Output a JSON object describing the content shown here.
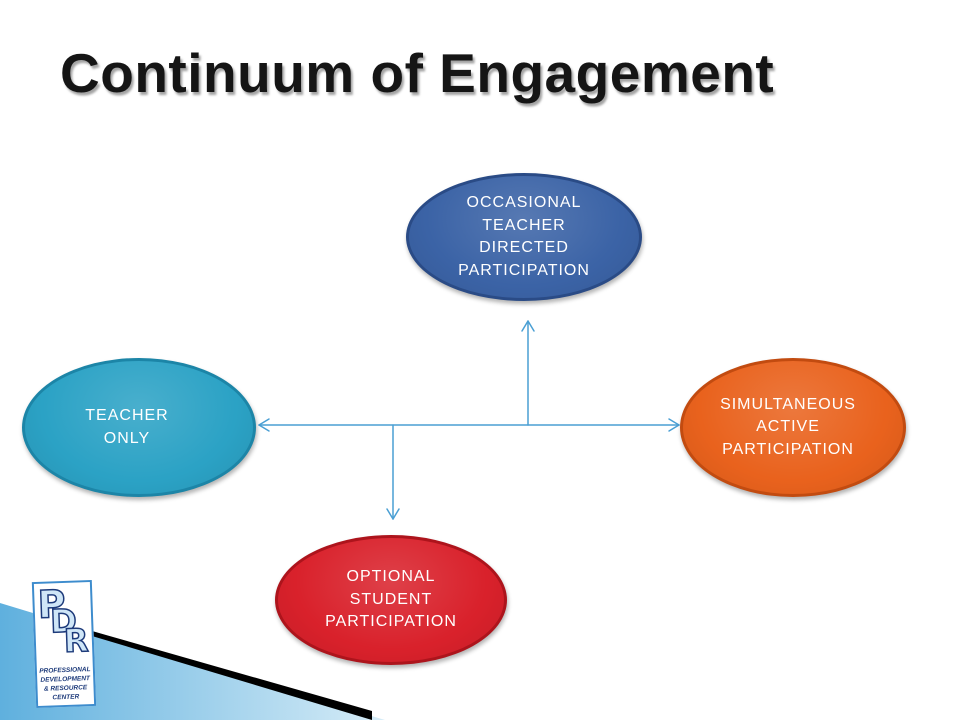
{
  "title": "Continuum of Engagement",
  "nodes": [
    {
      "lines": [
        "OCCASIONAL",
        "TEACHER",
        "DIRECTED",
        "PARTICIPATION"
      ],
      "fill": "#3b63a6",
      "border": "#2a4b86"
    },
    {
      "lines": [
        "TEACHER",
        "ONLY"
      ],
      "fill": "#2ba2c5",
      "border": "#1c85a7"
    },
    {
      "lines": [
        "SIMULTANEOUS",
        "ACTIVE",
        "PARTICIPATION"
      ],
      "fill": "#e9621d",
      "border": "#c24b10"
    },
    {
      "lines": [
        "OPTIONAL",
        "STUDENT",
        "PARTICIPATION"
      ],
      "fill": "#d9212b",
      "border": "#ad141c"
    }
  ],
  "arrows": {
    "color": "#4a9fd4"
  },
  "logo": {
    "letters": [
      "P",
      "D",
      "R"
    ],
    "lines": [
      "PROFESSIONAL",
      "DEVELOPMENT",
      "& RESOURCE",
      "CENTER"
    ],
    "border": "#3d8ccd",
    "ink": "#1d3a7a"
  },
  "decor": {
    "swoosh_light": "#d6ecf7",
    "swoosh_dark": "#5fb0de",
    "stripe": "#000000"
  }
}
